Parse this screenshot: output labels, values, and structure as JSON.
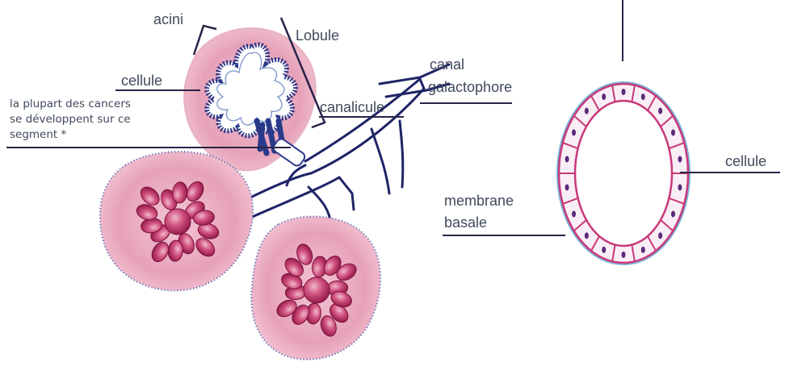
{
  "labels": {
    "acini": "acini",
    "lobule": "Lobule",
    "cellule_left": "cellule",
    "canal_line1": "canal",
    "canal_line2": "galactophore",
    "canalicule": "canalicule",
    "cancer_line1": "la plupart des cancers",
    "cancer_line2": "se développent sur ce",
    "cancer_line3": "segment  *",
    "cellule_right": "cellule",
    "membrane_line1": "membrane",
    "membrane_line2": "basale"
  },
  "colors": {
    "label_text": "#3f4a5a",
    "leader_line": "#2a2348",
    "duct_stroke": "#1e2466",
    "tissue_pink": "#e4a4b8",
    "lobe_magenta": "#b8285e",
    "cell_ring": "#c8387a",
    "nucleus": "#5a2a7a"
  }
}
